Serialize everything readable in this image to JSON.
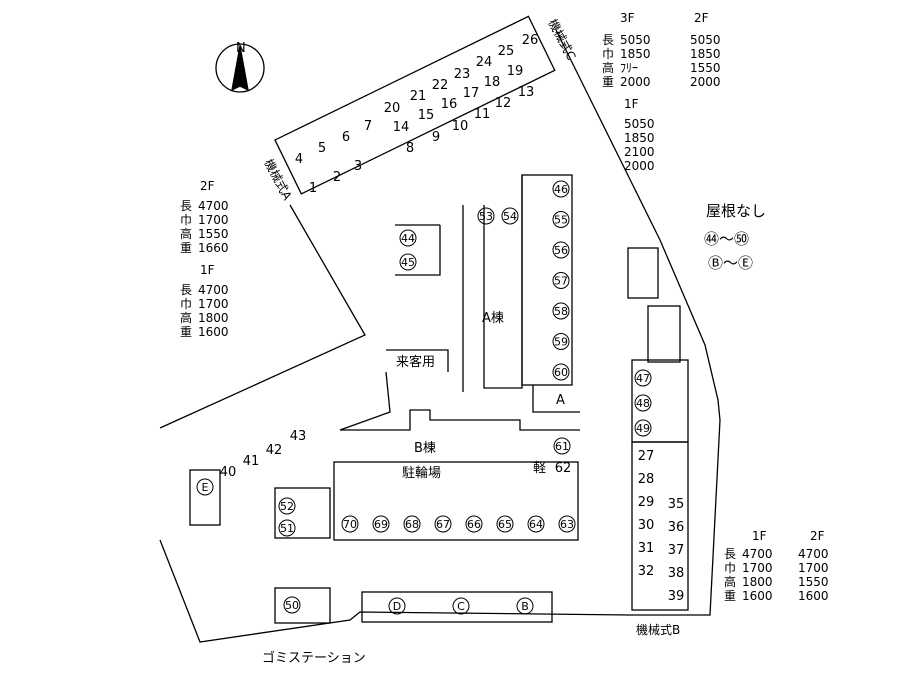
{
  "mach_c": {
    "label": "機械式C",
    "hdr3": "3F",
    "hdr2": "2F",
    "hdr1": "1F",
    "rows": [
      {
        "k": "長",
        "v3": "5050",
        "v2": "5050",
        "v1": "5050"
      },
      {
        "k": "巾",
        "v3": "1850",
        "v2": "1850",
        "v1": "1850"
      },
      {
        "k": "高",
        "v3": "ﾌﾘｰ",
        "v2": "1550",
        "v1": "2100"
      },
      {
        "k": "重",
        "v3": "2000",
        "v2": "2000",
        "v1": "2000"
      }
    ]
  },
  "mach_a": {
    "label": "機械式A",
    "hdr2": "2F",
    "hdr1": "1F",
    "rows": [
      {
        "k": "長",
        "v2": "4700",
        "v1": "4700"
      },
      {
        "k": "巾",
        "v2": "1700",
        "v1": "1700"
      },
      {
        "k": "高",
        "v2": "1550",
        "v1": "1800"
      },
      {
        "k": "重",
        "v2": "1660",
        "v1": "1600"
      }
    ]
  },
  "mach_b": {
    "label": "機械式B",
    "hdr1": "1F",
    "hdr2": "2F",
    "rows": [
      {
        "k": "長",
        "v1": "4700",
        "v2": "4700"
      },
      {
        "k": "巾",
        "v1": "1700",
        "v2": "1700"
      },
      {
        "k": "高",
        "v1": "1800",
        "v2": "1550"
      },
      {
        "k": "重",
        "v1": "1600",
        "v2": "1600"
      }
    ]
  },
  "roofless": {
    "title": "屋根なし",
    "line1": "㊹～㊿",
    "line2": "Ⓑ～Ⓔ"
  },
  "labels": {
    "a_bldg": "A棟",
    "b_bldg": "B棟",
    "guest": "来客用",
    "bike": "駐輪場",
    "kei": "軽",
    "a": "A",
    "garbage": "ゴミステーション",
    "north": "N"
  },
  "spaces": {
    "row_top": [
      "20",
      "21",
      "22",
      "23",
      "24",
      "25",
      "26"
    ],
    "row_bot": [
      "14",
      "15",
      "16",
      "17",
      "18",
      "19",
      "13",
      "12",
      "11",
      "10",
      "9",
      "8"
    ],
    "a_low": [
      "1",
      "2",
      "3"
    ],
    "a_up": [
      "4",
      "5",
      "6",
      "7"
    ],
    "east": [
      "46",
      "55",
      "56",
      "57",
      "58",
      "59",
      "60"
    ],
    "c5354": [
      "53",
      "54"
    ],
    "c4445": [
      "44",
      "45"
    ],
    "c474849": [
      "47",
      "48",
      "49"
    ],
    "c6162": [
      "61",
      "62"
    ],
    "south_row": [
      "70",
      "69",
      "68",
      "67",
      "66",
      "65",
      "64",
      "63"
    ],
    "b_left": [
      "27",
      "28",
      "29",
      "30",
      "31",
      "32"
    ],
    "b_right": [
      "35",
      "36",
      "37",
      "38",
      "39"
    ],
    "west": [
      "40",
      "41",
      "42",
      "43"
    ],
    "c5152": [
      "52",
      "51"
    ],
    "c50": "50",
    "bottom": [
      "D",
      "C",
      "B"
    ],
    "e": "E"
  }
}
